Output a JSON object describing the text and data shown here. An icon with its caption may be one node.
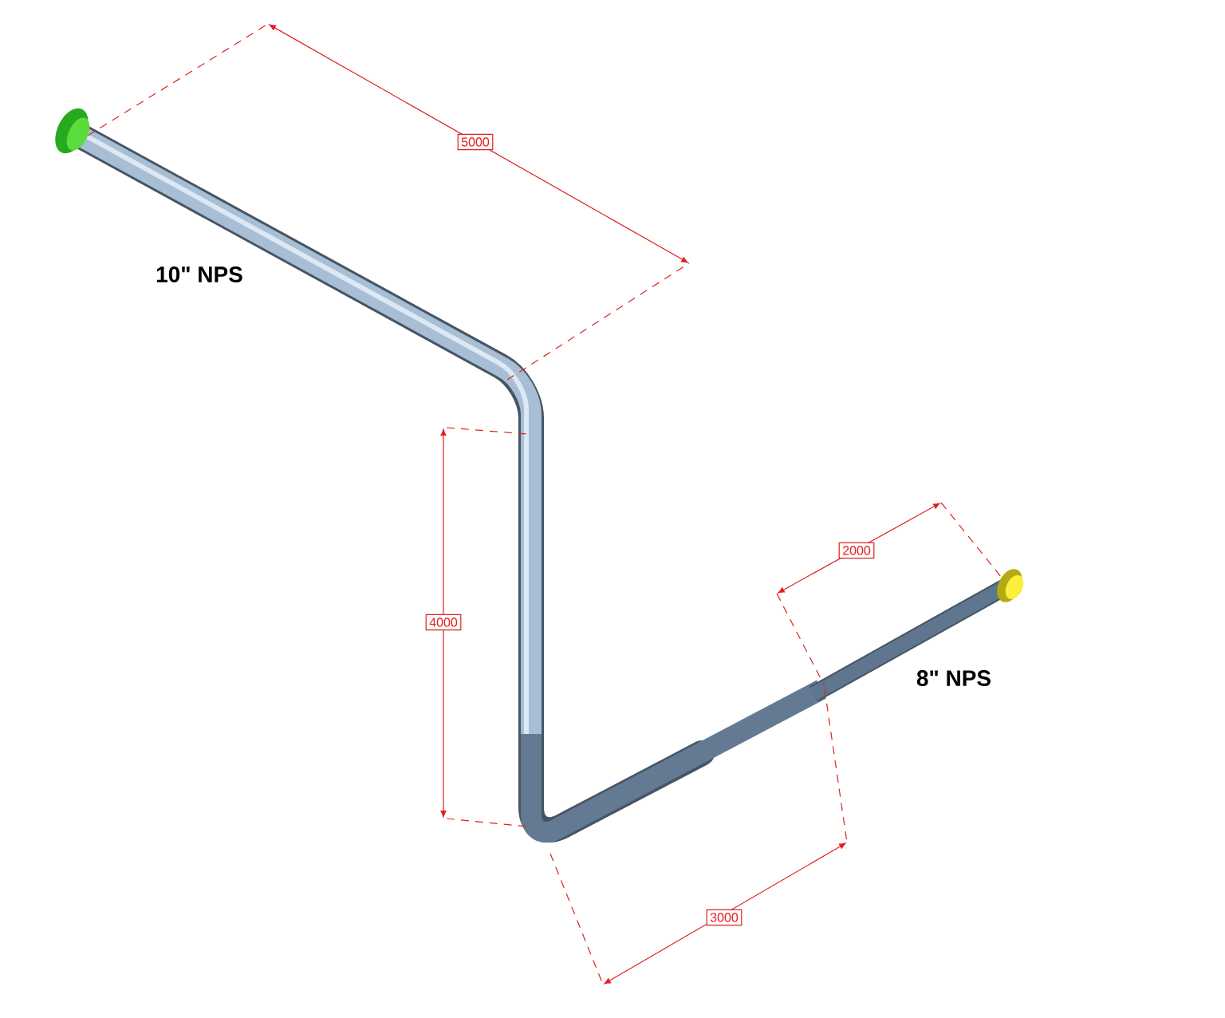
{
  "diagram": {
    "labels": [
      "5000",
      "10\" NPS",
      "2000",
      "4000",
      "8\" NPS",
      "3000"
    ]
  }
}
